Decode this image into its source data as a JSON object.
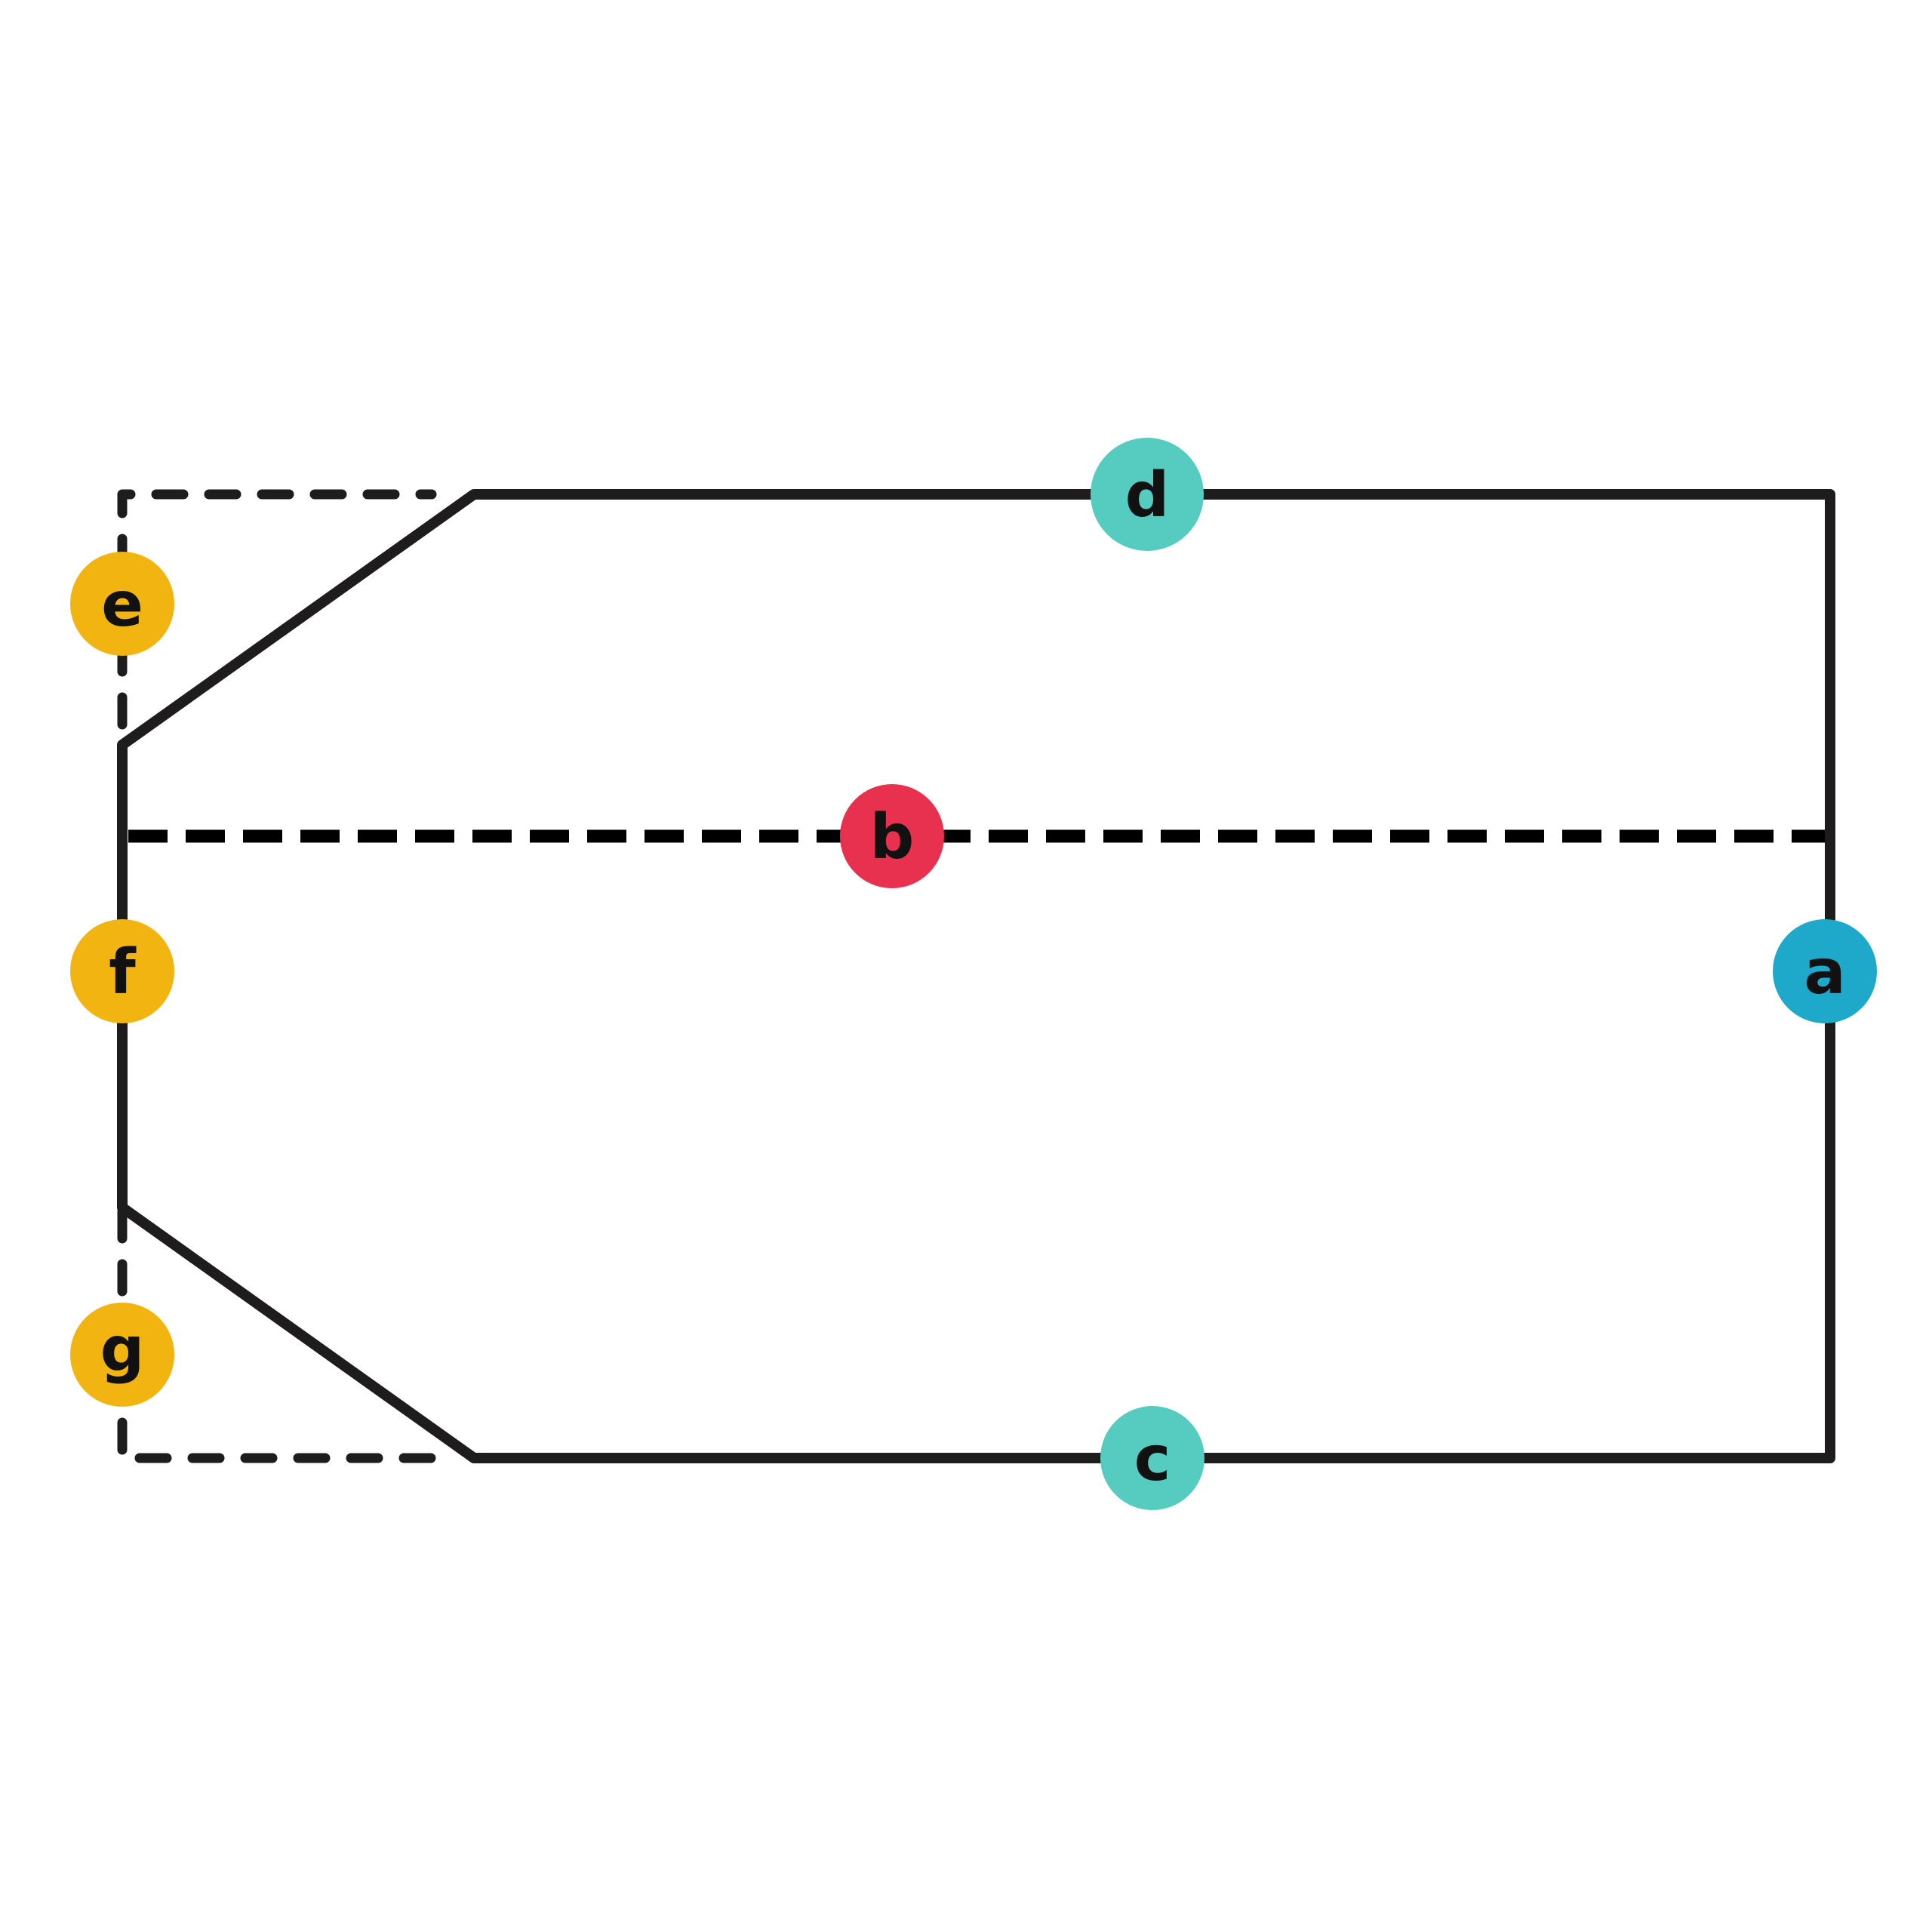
{
  "diagram": {
    "colors": {
      "line": "#1e1c1c",
      "marker_blue": "#1ea9cb",
      "marker_red": "#e8304f",
      "marker_teal": "#56cbbf",
      "marker_yellow": "#f2b410"
    },
    "markers": {
      "a": {
        "label": "a",
        "color": "#1ea9cb"
      },
      "b": {
        "label": "b",
        "color": "#e8304f"
      },
      "c": {
        "label": "c",
        "color": "#56cbbf"
      },
      "d": {
        "label": "d",
        "color": "#56cbbf"
      },
      "e": {
        "label": "e",
        "color": "#f2b410"
      },
      "f": {
        "label": "f",
        "color": "#f2b410"
      },
      "g": {
        "label": "g",
        "color": "#f2b410"
      }
    }
  }
}
